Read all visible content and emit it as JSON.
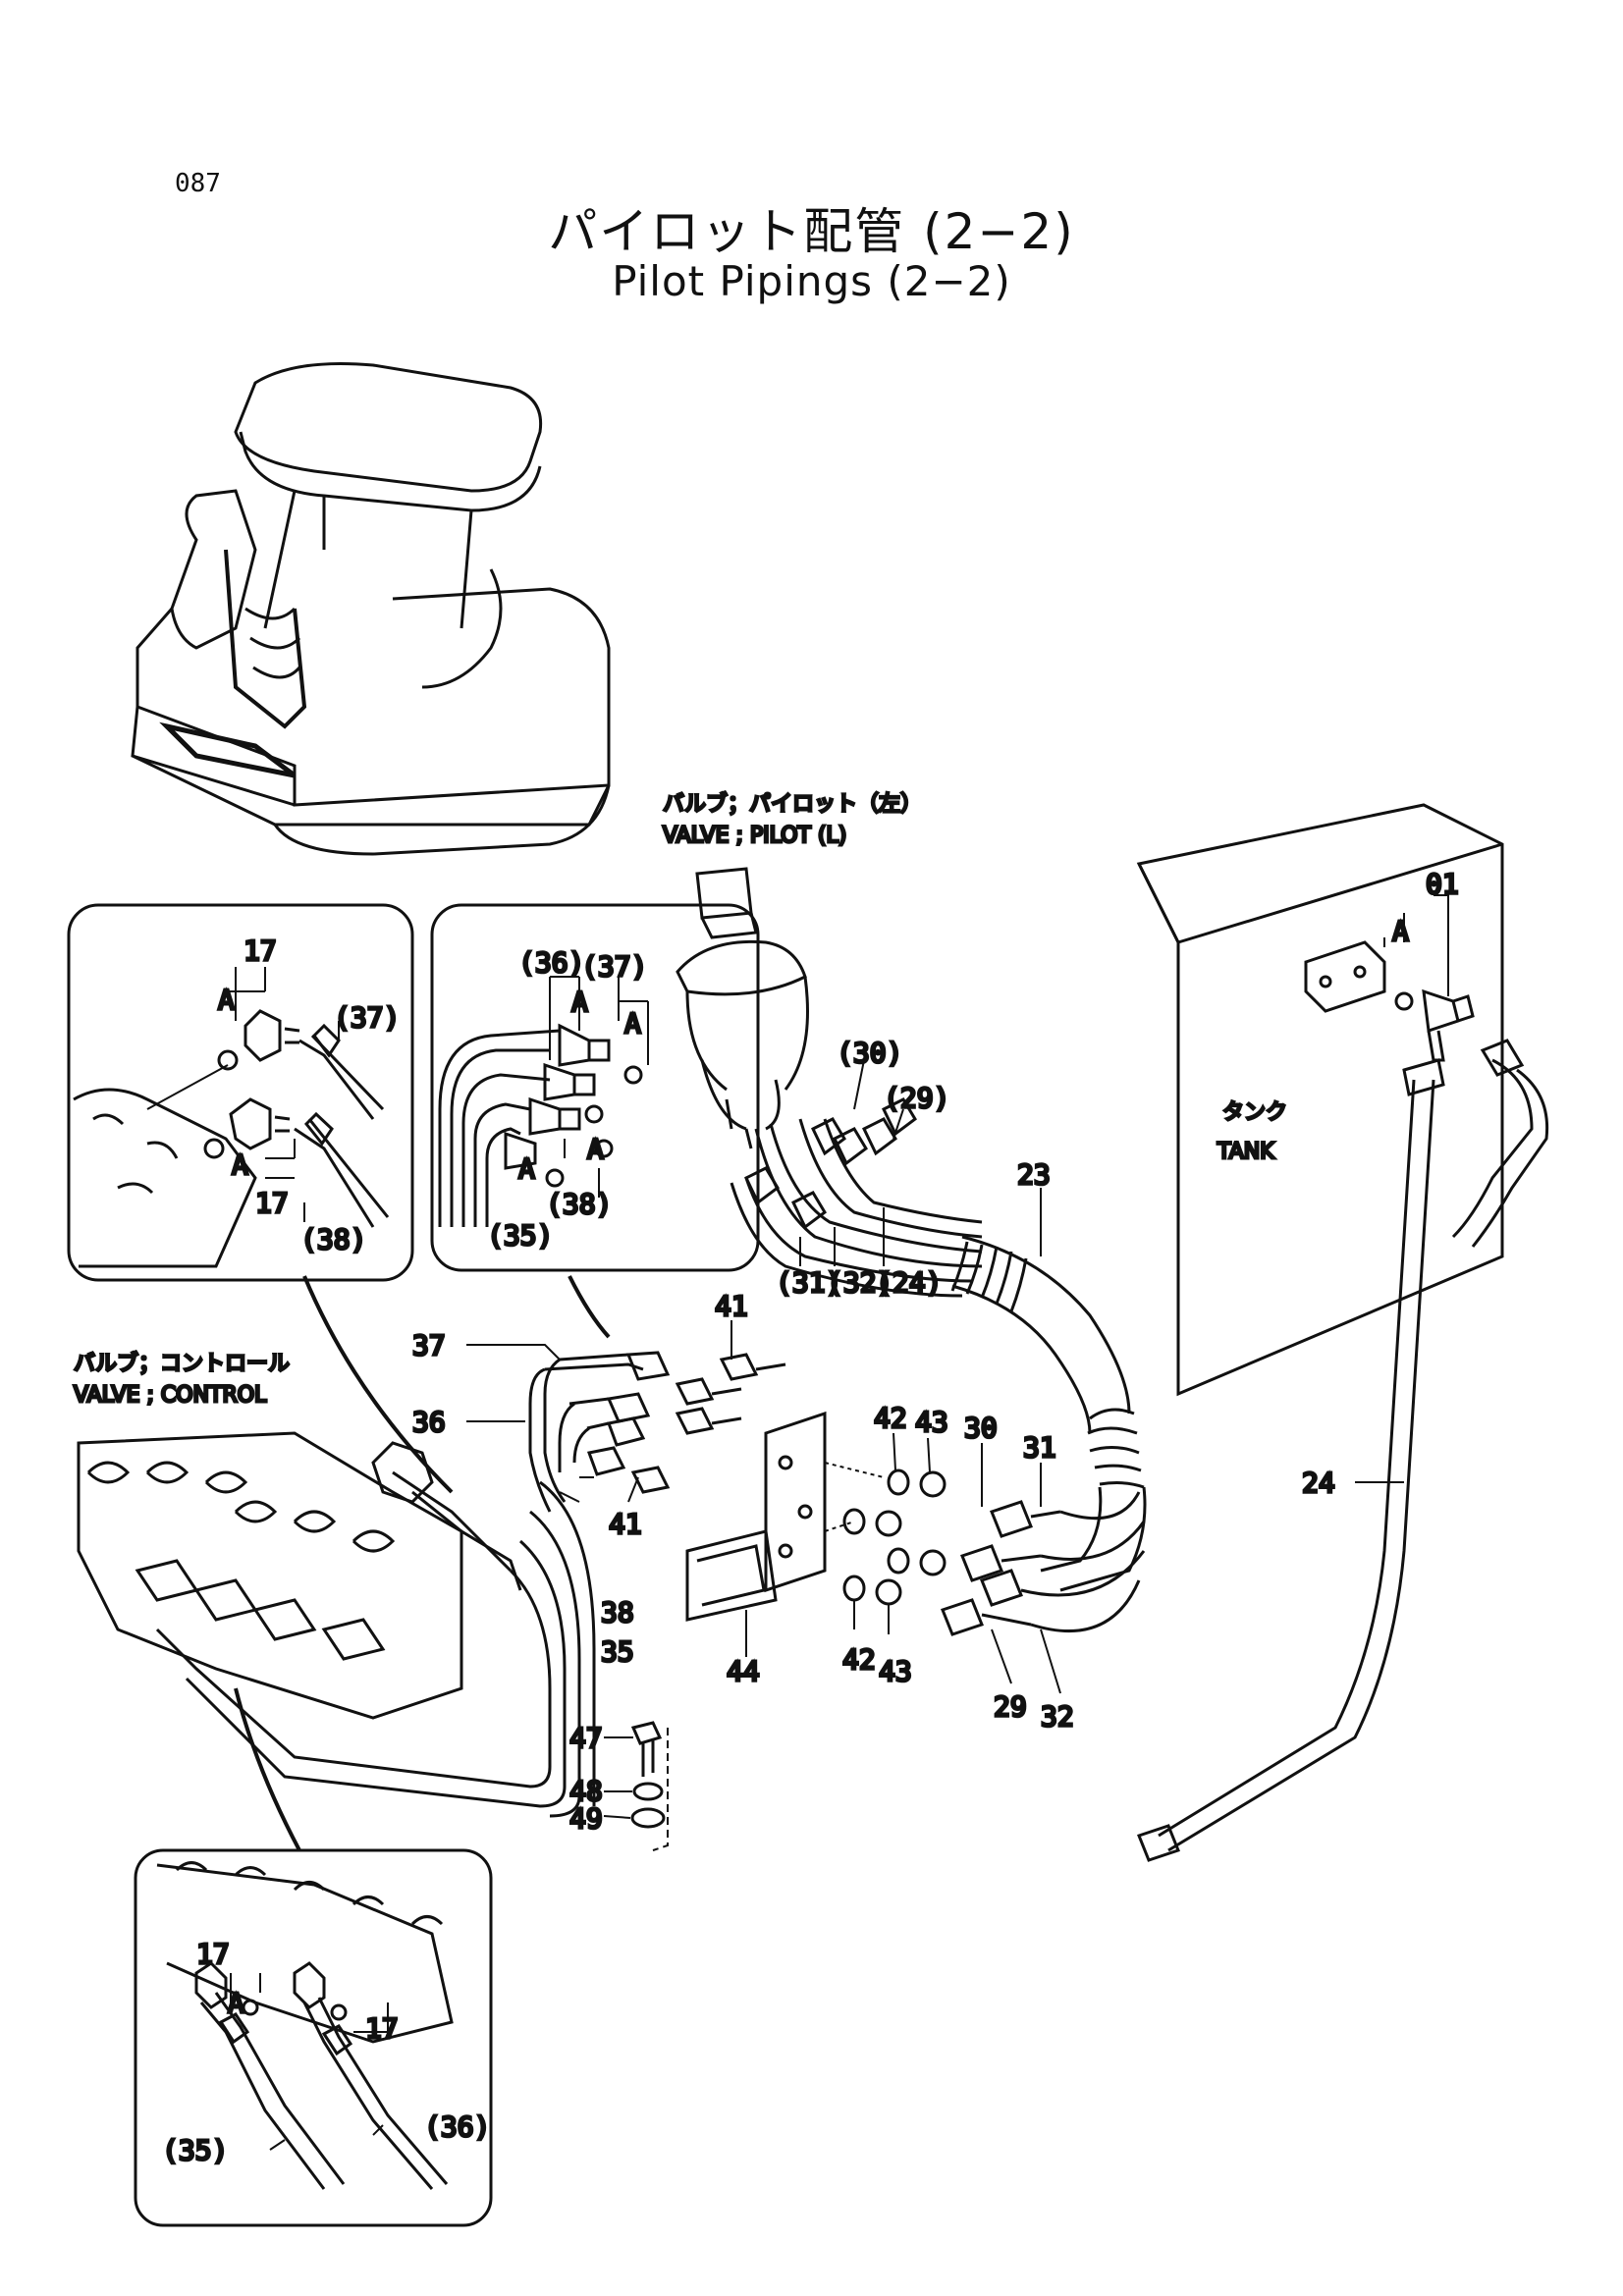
{
  "header": {
    "page_number": "087",
    "title_jp": "パイロット配管 (2−2)",
    "title_en": "Pilot Pipings (2−2)"
  },
  "captions": {
    "pilot_valve_jp": "バルブ；パイロット（左）",
    "pilot_valve_en": "VALVE ; PILOT (L)",
    "control_valve_jp": "バルブ；コントロール",
    "control_valve_en": "VALVE ; CONTROL",
    "tank_jp": "タンク",
    "tank_en": "TANK"
  },
  "callouts": {
    "p01": "01",
    "p17a": "17",
    "p17b": "17",
    "p17c": "17",
    "p17d": "17",
    "A1": "A",
    "A2": "A",
    "A3": "A",
    "A4": "A",
    "A5": "A",
    "A6": "A",
    "A7": "A",
    "A8": "A",
    "p36a": "(36)",
    "p37a": "(37)",
    "p38a": "(38)",
    "p35a": "(35)",
    "p37b": "(37)",
    "p38b": "(38)",
    "p30a": "(30)",
    "p29a": "(29)",
    "p31a": "(31)",
    "p32a": "(32)",
    "p24a": "(24)",
    "p23": "23",
    "p37": "37",
    "p36": "36",
    "p38": "38",
    "p35": "35",
    "p41a": "41",
    "p41b": "41",
    "p42a": "42",
    "p43a": "43",
    "p42b": "42",
    "p43b": "43",
    "p30": "30",
    "p31": "31",
    "p29": "29",
    "p32": "32",
    "p44": "44",
    "p47": "47",
    "p48": "48",
    "p49": "49",
    "p24": "24",
    "p35b": "(35)",
    "p36b": "(36)"
  }
}
